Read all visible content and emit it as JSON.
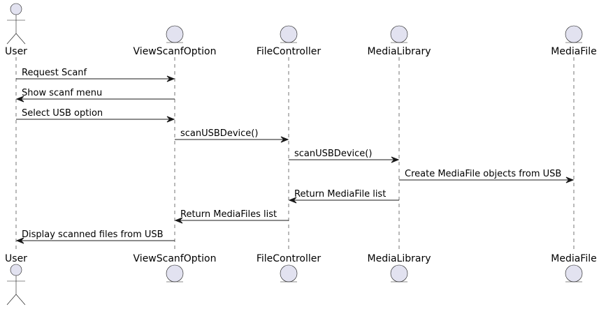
{
  "colors": {
    "participant_fill": "#E2E2F0",
    "stroke": "#181818",
    "text": "#000000",
    "background": "#FFFFFF"
  },
  "participants": [
    {
      "id": "user",
      "name": "User",
      "kind": "actor"
    },
    {
      "id": "viewscanf",
      "name": "ViewScanfOption",
      "kind": "entity"
    },
    {
      "id": "filecontroller",
      "name": "FileController",
      "kind": "entity"
    },
    {
      "id": "medialibrary",
      "name": "MediaLibrary",
      "kind": "entity"
    },
    {
      "id": "mediafile",
      "name": "MediaFile",
      "kind": "entity"
    }
  ],
  "messages": [
    {
      "from": "user",
      "to": "viewscanf",
      "label": "Request Scanf"
    },
    {
      "from": "viewscanf",
      "to": "user",
      "label": "Show scanf menu"
    },
    {
      "from": "user",
      "to": "viewscanf",
      "label": "Select USB option"
    },
    {
      "from": "viewscanf",
      "to": "filecontroller",
      "label": "scanUSBDevice()"
    },
    {
      "from": "filecontroller",
      "to": "medialibrary",
      "label": "scanUSBDevice()"
    },
    {
      "from": "medialibrary",
      "to": "mediafile",
      "label": "Create MediaFile objects from USB"
    },
    {
      "from": "medialibrary",
      "to": "filecontroller",
      "label": "Return MediaFile list"
    },
    {
      "from": "filecontroller",
      "to": "viewscanf",
      "label": "Return MediaFiles list"
    },
    {
      "from": "viewscanf",
      "to": "user",
      "label": "Display scanned files from USB"
    }
  ]
}
